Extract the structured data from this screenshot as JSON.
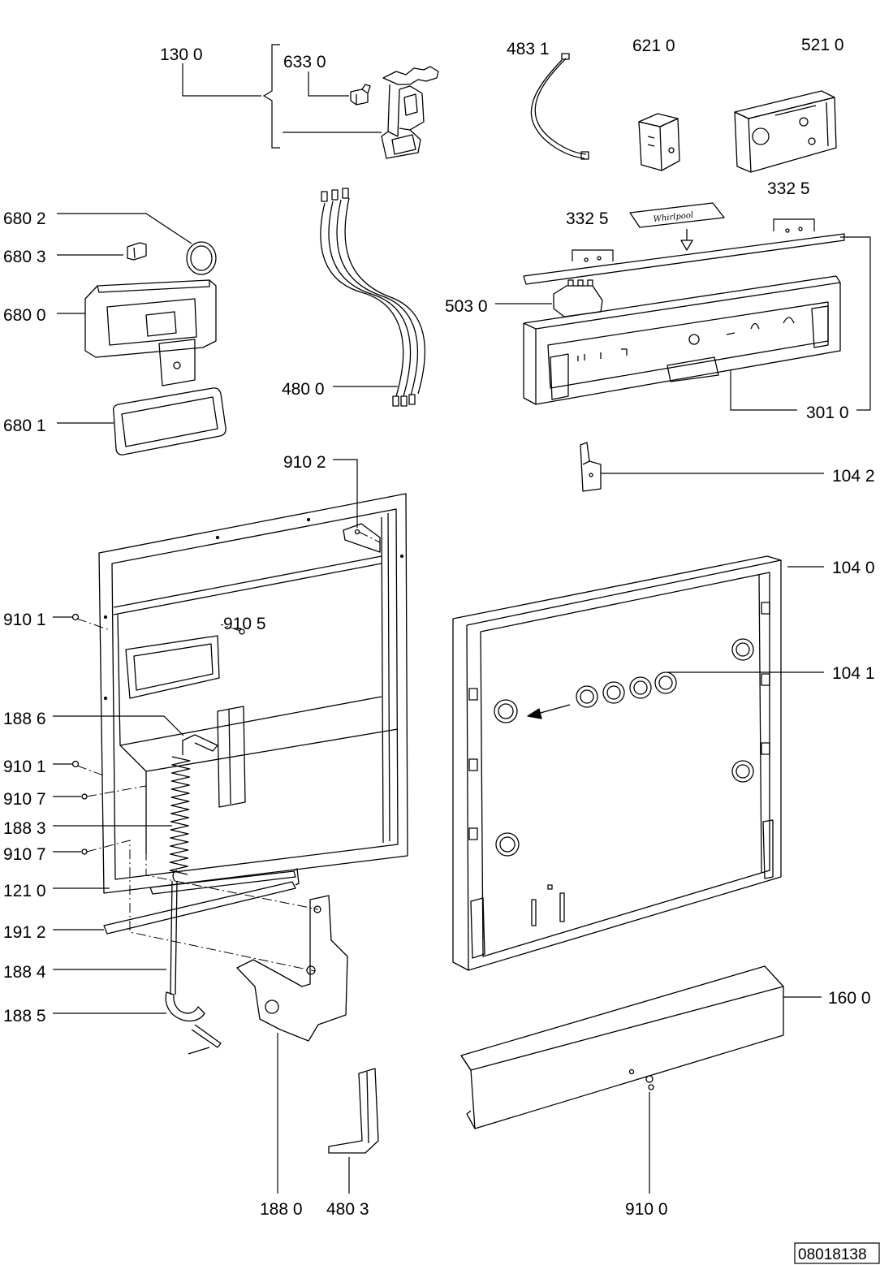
{
  "diagram": {
    "callouts": [
      "130 0",
      "633 0",
      "483 1",
      "621 0",
      "521 0",
      "680 2",
      "680 3",
      "680 0",
      "680 1",
      "332 5",
      "332 5",
      "503 0",
      "480 0",
      "301 0",
      "910 2",
      "104 2",
      "104 0",
      "910 1",
      "910 5",
      "104 1",
      "188 6",
      "910 1",
      "910 7",
      "188 3",
      "910 7",
      "121 0",
      "191 2",
      "188 4",
      "188 5",
      "160 0",
      "188 0",
      "480 3",
      "910 0"
    ],
    "brand_label": "Whirlpool",
    "drawing_number": "08018138"
  }
}
